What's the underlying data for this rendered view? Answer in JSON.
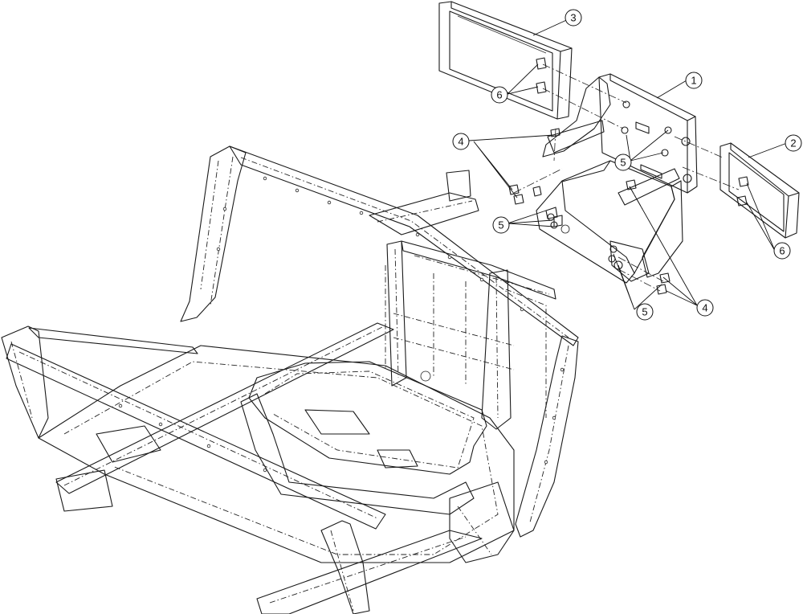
{
  "callouts": [
    {
      "id": "c1",
      "label": "1"
    },
    {
      "id": "c2",
      "label": "2"
    },
    {
      "id": "c3",
      "label": "3"
    },
    {
      "id": "c4a",
      "label": "4"
    },
    {
      "id": "c4b",
      "label": "4"
    },
    {
      "id": "c5a",
      "label": "5"
    },
    {
      "id": "c5b",
      "label": "5"
    },
    {
      "id": "c5c",
      "label": "5"
    },
    {
      "id": "c6a",
      "label": "6"
    },
    {
      "id": "c6b",
      "label": "6"
    }
  ]
}
